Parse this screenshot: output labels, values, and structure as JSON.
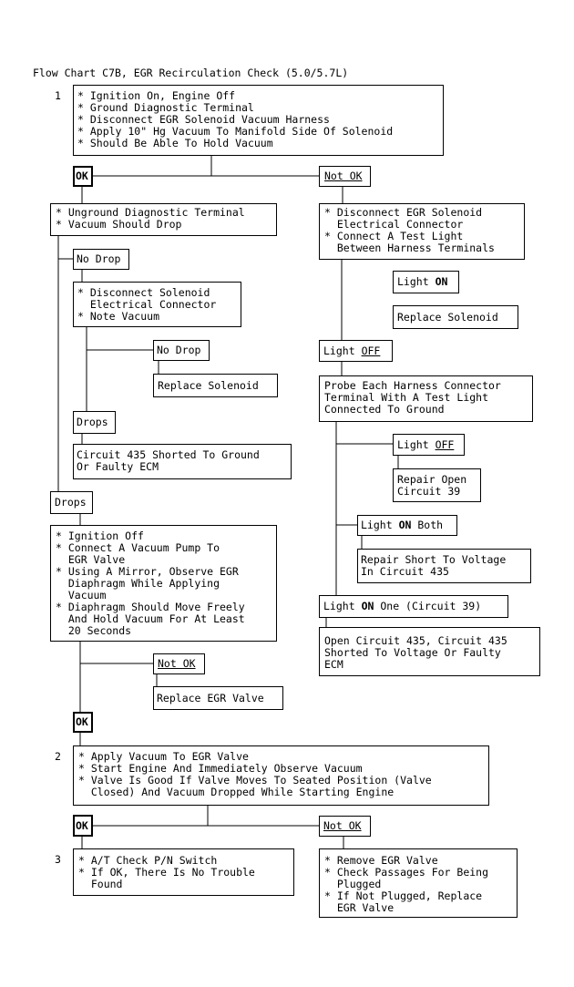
{
  "title": "Flow Chart C7B, EGR Recirculation Check (5.0/5.7L)",
  "steps": {
    "s1": "1",
    "s2": "2",
    "s3": "3"
  },
  "box_step1": "* Ignition On, Engine Off\n* Ground Diagnostic Terminal\n* Disconnect EGR Solenoid Vacuum Harness\n* Apply 10\" Hg Vacuum To Manifold Side Of Solenoid\n* Should Be Able To Hold Vacuum",
  "ok": "OK",
  "not_ok": "Not OK",
  "box_unground": "* Unground Diagnostic Terminal\n* Vacuum Should Drop",
  "no_drop": "No Drop",
  "drops": "Drops",
  "box_disconnect_solenoid_connector": "* Disconnect Solenoid\n  Electrical Connector\n* Note Vacuum",
  "replace_solenoid": "Replace Solenoid",
  "box_circuit435_ground": "Circuit 435 Shorted To Ground\nOr Faulty ECM",
  "box_disconnect_egr_connector": "* Disconnect EGR Solenoid\n  Electrical Connector\n* Connect A Test Light\n  Between Harness Terminals",
  "light_on": {
    "word": "Light",
    "state": "ON"
  },
  "light_off": {
    "word": "Light",
    "state": "OFF"
  },
  "box_probe": "Probe Each Harness Connector\nTerminal With A Test Light\nConnected To Ground",
  "box_repair_open": "Repair Open\nCircuit 39",
  "light_on_both": {
    "word": "Light",
    "state": "ON",
    "rest": "Both"
  },
  "box_repair_short": "Repair Short To Voltage\nIn Circuit 435",
  "light_on_one": {
    "word": "Light",
    "state": "ON",
    "rest": "One (Circuit 39)"
  },
  "box_open_circuit": "Open Circuit 435, Circuit 435\nShorted To Voltage Or Faulty\nECM",
  "box_vacuum_pump": "* Ignition Off\n* Connect A Vacuum Pump To\n  EGR Valve\n* Using A Mirror, Observe EGR\n  Diaphragm While Applying\n  Vacuum\n* Diaphragm Should Move Freely\n  And Hold Vacuum For At Least\n  20 Seconds",
  "replace_egr_valve": "Replace EGR Valve",
  "box_step2": "* Apply Vacuum To EGR Valve\n* Start Engine And Immediately Observe Vacuum\n* Valve Is Good If Valve Moves To Seated Position (Valve\n  Closed) And Vacuum Dropped While Starting Engine",
  "box_step3_ok": "* A/T Check P/N Switch\n* If OK, There Is No Trouble\n  Found",
  "box_step3_notok": "* Remove EGR Valve\n* Check Passages For Being\n  Plugged\n* If Not Plugged, Replace\n  EGR Valve"
}
